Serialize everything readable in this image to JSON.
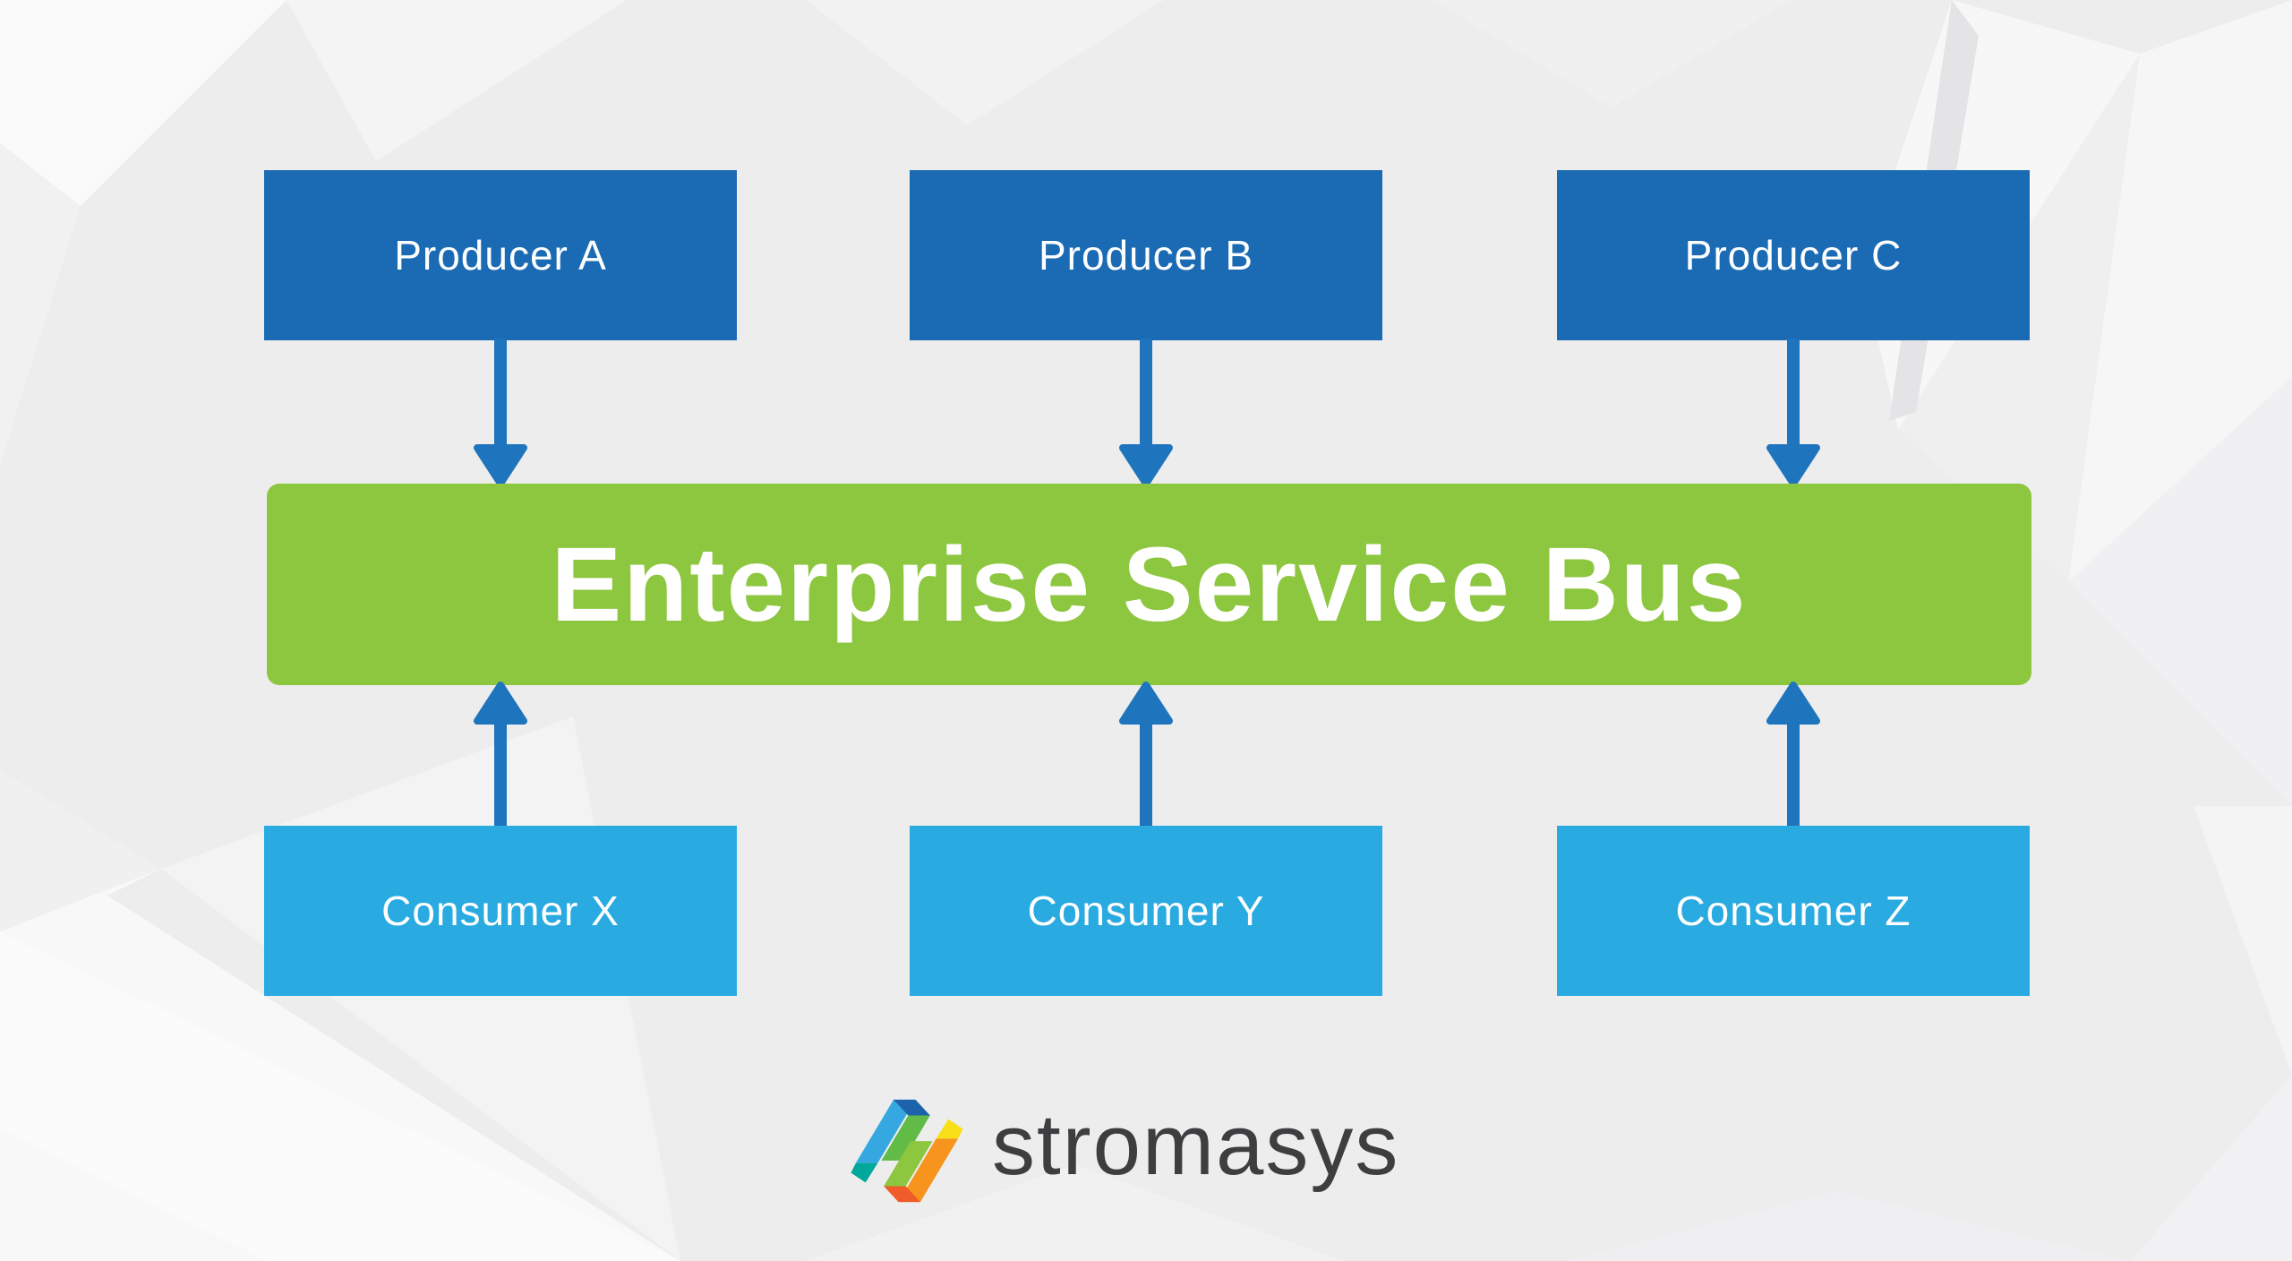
{
  "diagram": {
    "title": "Enterprise Service Bus diagram",
    "bus": {
      "label": "Enterprise Service Bus",
      "color": "#8dc63f",
      "text_color": "#ffffff"
    },
    "producers": [
      {
        "label": "Producer A"
      },
      {
        "label": "Producer B"
      },
      {
        "label": "Producer C"
      }
    ],
    "consumers": [
      {
        "label": "Consumer X"
      },
      {
        "label": "Consumer Y"
      },
      {
        "label": "Consumer Z"
      }
    ],
    "connections": [
      {
        "from": "Producer A",
        "to": "Enterprise Service Bus",
        "direction": "down"
      },
      {
        "from": "Producer B",
        "to": "Enterprise Service Bus",
        "direction": "down"
      },
      {
        "from": "Producer C",
        "to": "Enterprise Service Bus",
        "direction": "down"
      },
      {
        "from": "Consumer X",
        "to": "Enterprise Service Bus",
        "direction": "up"
      },
      {
        "from": "Consumer Y",
        "to": "Enterprise Service Bus",
        "direction": "up"
      },
      {
        "from": "Consumer Z",
        "to": "Enterprise Service Bus",
        "direction": "up"
      }
    ],
    "colors": {
      "producer_box": "#1a6ab4",
      "consumer_box": "#29aae1",
      "arrow": "#1e74bd",
      "background": "#ededee"
    }
  },
  "branding": {
    "name": "stromasys",
    "text_color": "#3e3e40",
    "logo_icon": "stromasys-hexagon-s-icon",
    "logo_colors": {
      "light_blue": "#35a8e1",
      "dark_blue": "#1c63ac",
      "teal": "#00a79b",
      "green": "#8dc63f",
      "green_dark": "#62bb46",
      "yellow": "#f7e017",
      "orange": "#f7941e",
      "red_orange": "#f15b2a"
    }
  }
}
